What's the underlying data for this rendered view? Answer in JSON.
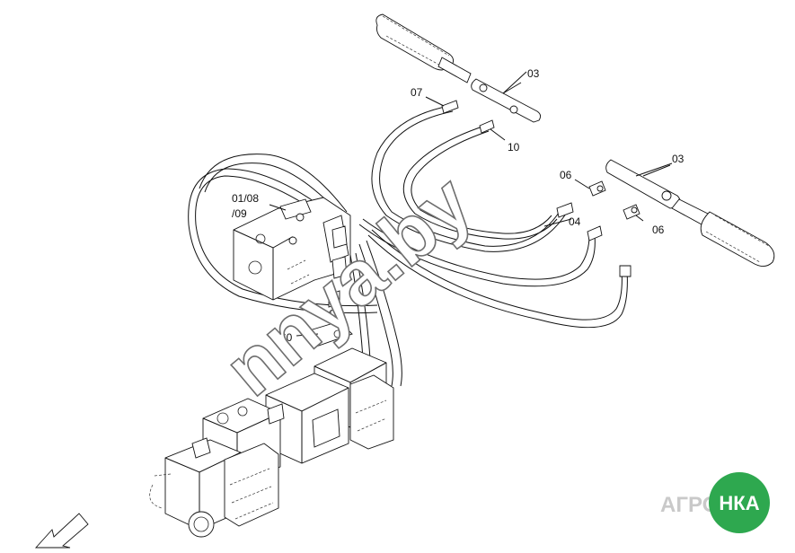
{
  "callouts": {
    "c03_top": "03",
    "c07": "07",
    "c10": "10",
    "c03_right": "03",
    "c06_top": "06",
    "c04": "04",
    "c06_bottom": "06",
    "c01_08": "01/08",
    "c09": "/09",
    "c60": "60"
  },
  "watermark": {
    "text": "nnya.by"
  },
  "logo": {
    "left": "АГРО",
    "right": "НКА",
    "badge_color": "#2ea84f",
    "text_color": "#c9c9c9"
  }
}
